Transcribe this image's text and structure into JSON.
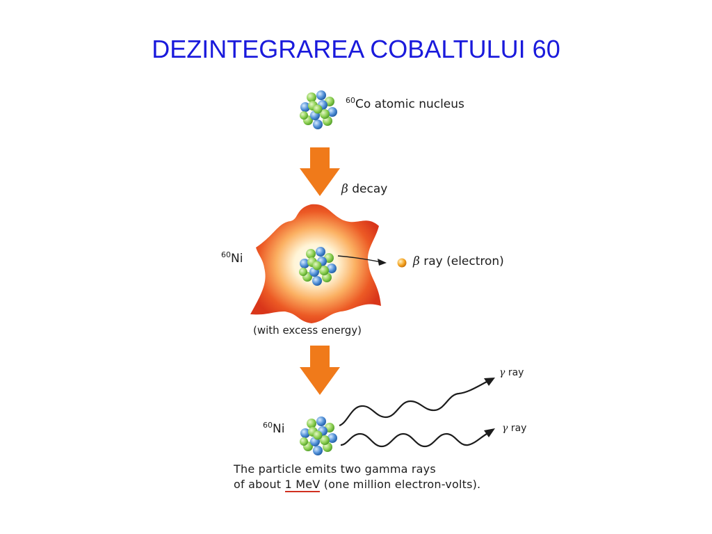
{
  "slide": {
    "title": "DEZINTEGRAREA COBALTULUI 60"
  },
  "diagram": {
    "cobalt_mass": "60",
    "cobalt_label": "Co atomic nucleus",
    "beta_symbol": "β",
    "beta_decay_label": "decay",
    "nickel_mass": "60",
    "nickel_symbol": "Ni",
    "beta_ray_label": "ray (electron)",
    "excess_energy_label": "(with excess energy)",
    "gamma_symbol": "γ",
    "gamma_ray_label": "ray",
    "caption_line1": "The particle emits two gamma rays",
    "caption_line2_prefix": "of about ",
    "caption_line2_mev": "1 MeV",
    "caption_line2_suffix": " (one million electron-volts).",
    "colors": {
      "title": "#1a1adc",
      "arrow": "#f07a1a",
      "burst_outer": "#e8401c",
      "proton": "#8ccf52",
      "neutron": "#4f8ed6",
      "electron": "#f5a623",
      "mev_underline": "#d03020"
    }
  }
}
